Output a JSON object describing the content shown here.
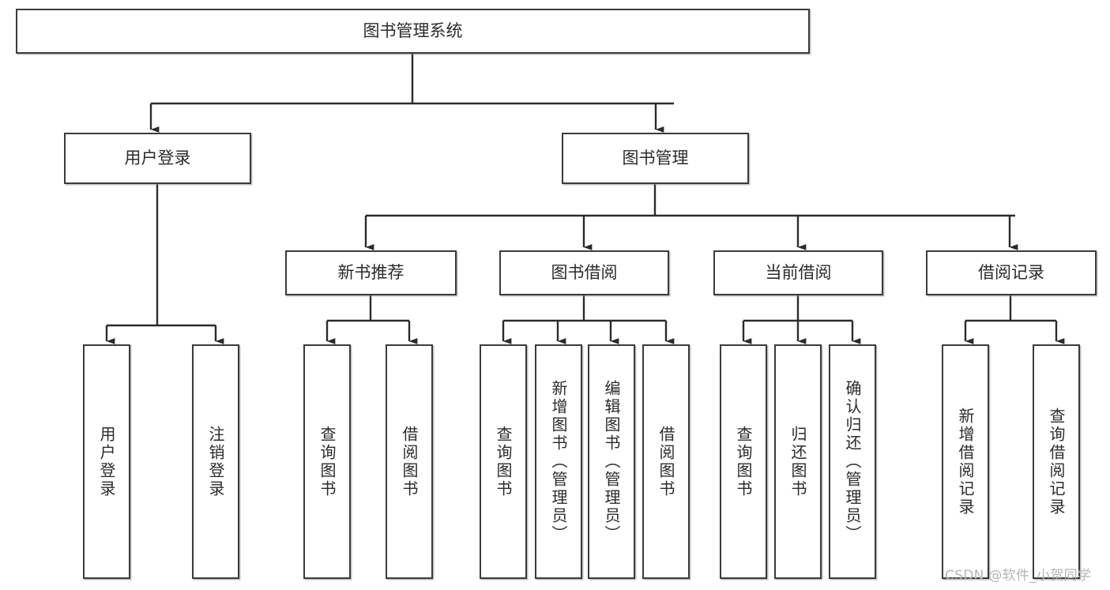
{
  "diagram": {
    "type": "tree-hierarchy",
    "title": "图书管理系统",
    "watermark": "CSDN @软件_小贺同学",
    "colors": {
      "box_border": "#3b3b3b",
      "box_fill": "#ffffff",
      "connector": "#2b2b2b",
      "text": "#2b2b2b",
      "watermark": "#b6b6b6",
      "background": "#ffffff"
    },
    "nodes": {
      "root": {
        "label": "图书管理系统"
      },
      "level2": [
        {
          "id": "user-login",
          "label": "用户登录"
        },
        {
          "id": "book-manage",
          "label": "图书管理"
        }
      ],
      "level3": [
        {
          "id": "new-book-recommend",
          "label": "新书推荐"
        },
        {
          "id": "book-borrow",
          "label": "图书借阅"
        },
        {
          "id": "current-borrow",
          "label": "当前借阅"
        },
        {
          "id": "borrow-record",
          "label": "借阅记录"
        }
      ],
      "leaves": {
        "user_login": [
          {
            "id": "leaf-user-login",
            "label": "用户登录"
          },
          {
            "id": "leaf-logout-login",
            "label": "注销登录"
          }
        ],
        "new_book_recommend": [
          {
            "id": "leaf-query-book-1",
            "label": "查询图书"
          },
          {
            "id": "leaf-borrow-book-1",
            "label": "借阅图书"
          }
        ],
        "book_borrow": [
          {
            "id": "leaf-query-book-2",
            "label": "查询图书"
          },
          {
            "id": "leaf-add-book",
            "label": "新增图书（管理员）"
          },
          {
            "id": "leaf-edit-book",
            "label": "编辑图书（管理员）"
          },
          {
            "id": "leaf-borrow-book-2",
            "label": "借阅图书"
          }
        ],
        "current_borrow": [
          {
            "id": "leaf-query-book-3",
            "label": "查询图书"
          },
          {
            "id": "leaf-return-book",
            "label": "归还图书"
          },
          {
            "id": "leaf-confirm-return",
            "label": "确认归还（管理员）"
          }
        ],
        "borrow_record": [
          {
            "id": "leaf-add-record",
            "label": "新增借阅记录"
          },
          {
            "id": "leaf-query-record",
            "label": "查询借阅记录"
          }
        ]
      }
    }
  }
}
